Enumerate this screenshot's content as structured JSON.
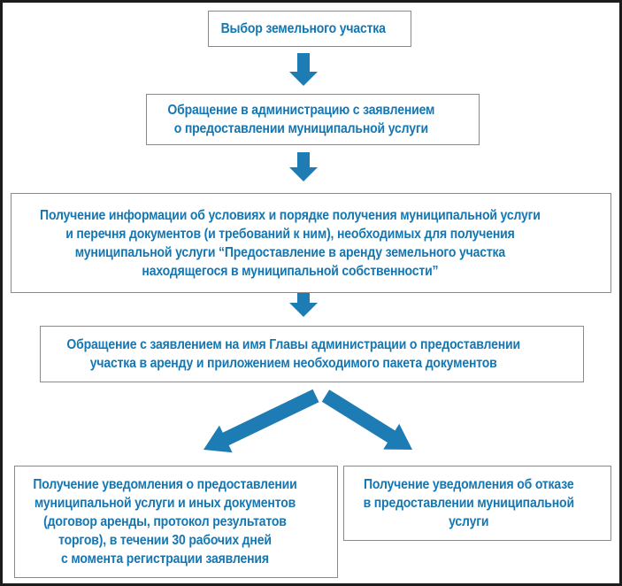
{
  "colors": {
    "text": "#1577b2",
    "arrow": "#1e7cb4",
    "box_border": "#8a8a8a",
    "frame_border": "#1c1c1c",
    "background": "#ffffff"
  },
  "flowchart": {
    "nodes": [
      {
        "id": "select-plot",
        "text": "Выбор земельного участка"
      },
      {
        "id": "apply-administration",
        "text": "Обращение в администрацию с заявлением\nо предоставлении муниципальной услуги"
      },
      {
        "id": "receive-info",
        "text": "Получение информации об условиях и порядке получения муниципальной услуги\nи перечня документов (и требований к ним), необходимых для получения\nмуниципальной услуги “Предоставление в аренду земельного участка\nнаходящегося в муниципальной собственности”"
      },
      {
        "id": "apply-head",
        "text": "Обращение с заявлением на имя Главы администрации о предоставлении\nучастка в аренду и приложением необходимого пакета документов"
      },
      {
        "id": "notice-granted",
        "text": "Получение уведомления о предоставлении\nмуниципальной услуги и иных документов\n(договор аренды, протокол результатов\nторгов), в течении 30 рабочих дней\nс момента регистрации заявления"
      },
      {
        "id": "notice-refused",
        "text": "Получение уведомления об отказе\nв предоставлении муниципальной\nуслуги"
      }
    ],
    "connectors": [
      {
        "from": "select-plot",
        "to": "apply-administration",
        "type": "down-arrow"
      },
      {
        "from": "apply-administration",
        "to": "receive-info",
        "type": "down-arrow"
      },
      {
        "from": "receive-info",
        "to": "apply-head",
        "type": "down-arrow"
      },
      {
        "from": "apply-head",
        "to": "notice-granted",
        "type": "diagonal-down-left-arrow"
      },
      {
        "from": "apply-head",
        "to": "notice-refused",
        "type": "diagonal-down-right-arrow"
      }
    ]
  }
}
